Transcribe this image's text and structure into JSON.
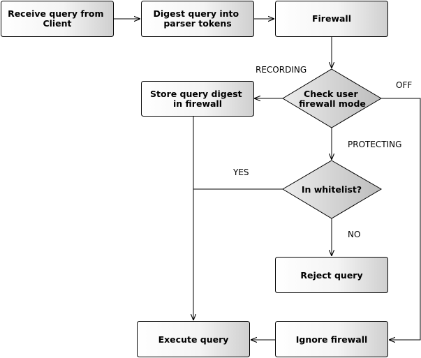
{
  "nodes": {
    "receive_query": [
      "Receive query from",
      "Client"
    ],
    "digest_query": [
      "Digest query into",
      "parser tokens"
    ],
    "firewall": [
      "Firewall"
    ],
    "check_mode": [
      "Check user",
      "firewall mode"
    ],
    "store_digest": [
      "Store query digest",
      "in firewall"
    ],
    "in_whitelist": [
      "In whitelist?"
    ],
    "reject_query": [
      "Reject query"
    ],
    "execute_query": [
      "Execute query"
    ],
    "ignore_firewall": [
      "Ignore firewall"
    ]
  },
  "edge_labels": {
    "recording": "RECORDING",
    "off": "OFF",
    "protecting": "PROTECTING",
    "yes": "YES",
    "no": "NO"
  },
  "colors": {
    "box_fill_light": "#ffffff",
    "box_fill_dark": "#cfcfcf",
    "diamond_fill_light": "#ececec",
    "diamond_fill_dark": "#bdbdbd",
    "stroke": "#000000"
  }
}
